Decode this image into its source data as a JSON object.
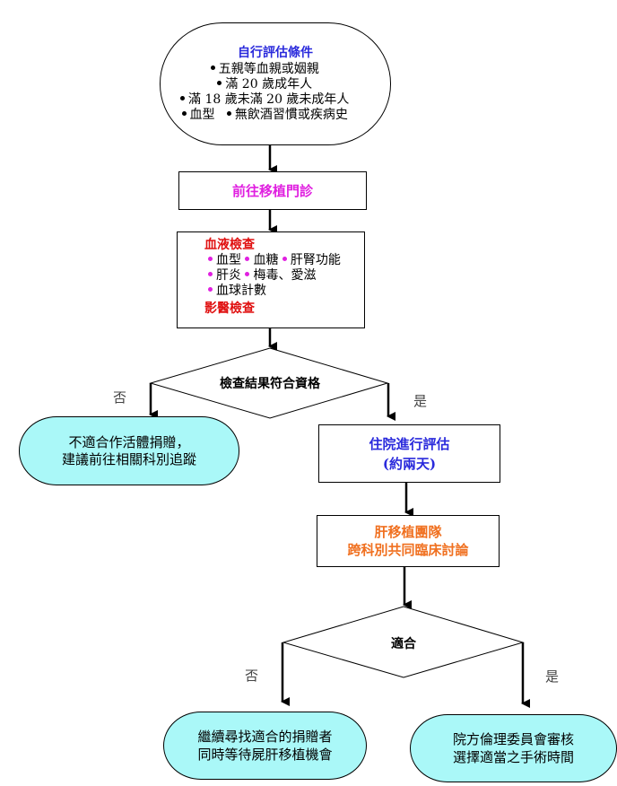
{
  "start": {
    "title": "自行評估條件",
    "items": [
      "五親等血親或姻親",
      "滿 20 歲成年人",
      "滿 18 歲未滿 20 歲未成年人"
    ],
    "last_row": [
      "血型",
      "無飲酒習慣或疾病史"
    ]
  },
  "clinic": {
    "label": "前往移植門診"
  },
  "tests": {
    "blood_heading": "血液檢查",
    "rows": [
      [
        "血型",
        "血糖",
        "肝腎功能"
      ],
      [
        "肝炎",
        "梅毒、愛滋"
      ],
      [
        "血球計數"
      ]
    ],
    "imaging_heading": "影醫檢查"
  },
  "decision1": {
    "label": "檢查結果符合資格",
    "no": "否",
    "yes": "是"
  },
  "reject": {
    "lines": [
      "不適合作活體捐贈，",
      "建議前往相關科別追蹤"
    ]
  },
  "admit": {
    "lines": [
      "住院進行評估",
      "(約兩天)"
    ]
  },
  "team": {
    "lines": [
      "肝移植團隊",
      "跨科別共同臨床討論"
    ]
  },
  "decision2": {
    "label": "適合",
    "no": "否",
    "yes": "是"
  },
  "continue_search": {
    "lines": [
      "繼續尋找適合的捐贈者",
      "同時等待屍肝移植機會"
    ]
  },
  "ethics": {
    "lines": [
      "院方倫理委員會審核",
      "選擇適當之手術時間"
    ]
  },
  "colors": {
    "title_blue": "#2a2adc",
    "clinic_magenta": "#e020e0",
    "heading_red": "#e01010",
    "team_orange": "#f07020",
    "terminal_cyan": "#aaf8f8"
  }
}
